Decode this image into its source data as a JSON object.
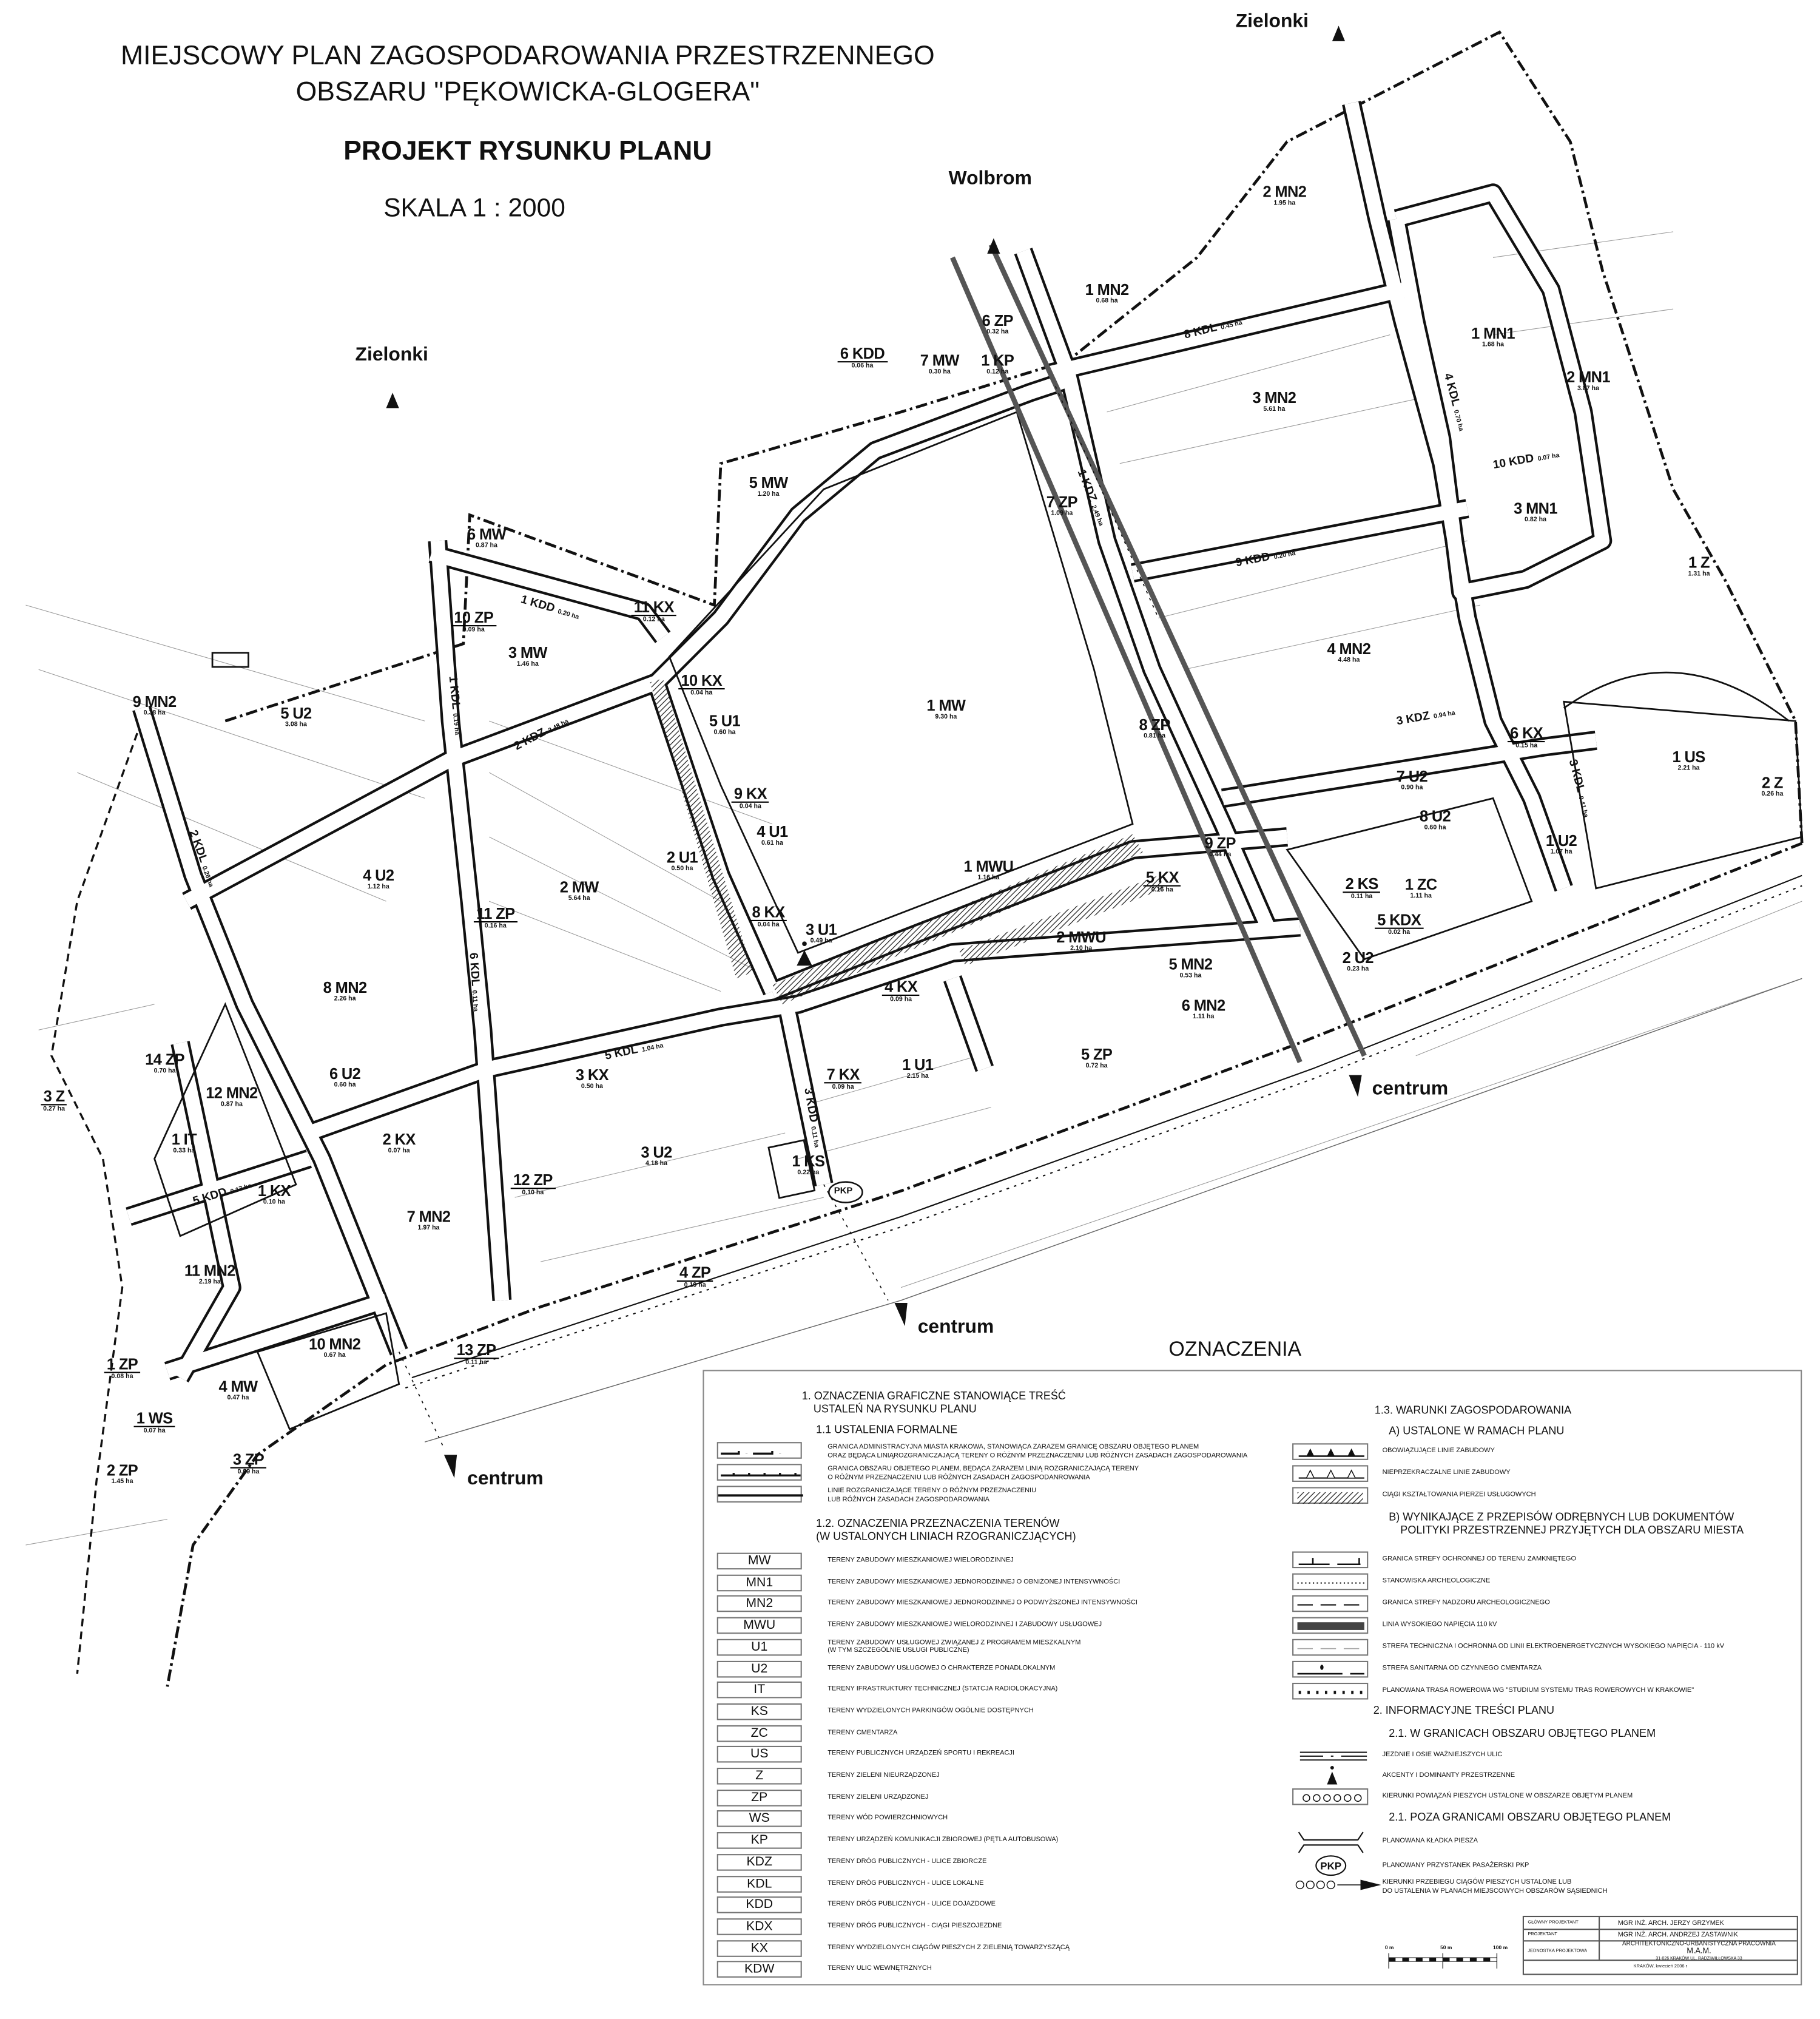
{
  "header": {
    "title_line1": "MIEJSCOWY PLAN ZAGOSPODAROWANIA PRZESTRZENNEGO",
    "title_line2": "OBSZARU \"PĘKOWICKA-GLOGERA\"",
    "subtitle": "PROJEKT RYSUNKU PLANU",
    "scale": "SKALA   1 : 2000"
  },
  "directions": {
    "zielonki_top": "Zielonki",
    "zielonki_left": "Zielonki",
    "wolbrom": "Wolbrom",
    "centrum_right": "centrum",
    "centrum_middle": "centrum",
    "centrum_left": "centrum",
    "pkp": "PKP"
  },
  "zones": [
    {
      "code": "1 MN2",
      "area": "0.68 ha"
    },
    {
      "code": "2 MN2",
      "area": "1.95 ha"
    },
    {
      "code": "6 ZP",
      "area": "0.32 ha"
    },
    {
      "code": "7 MW",
      "area": "0.30 ha"
    },
    {
      "code": "1 KP",
      "area": "0.12 ha"
    },
    {
      "code": "6 KDD",
      "area": "0.06 ha"
    },
    {
      "code": "1 MN1",
      "area": "1.68 ha"
    },
    {
      "code": "2 MN1",
      "area": "3.87 ha"
    },
    {
      "code": "3 MN2",
      "area": "5.61 ha"
    },
    {
      "code": "5 MW",
      "area": "1.20 ha"
    },
    {
      "code": "3 MN1",
      "area": "0.82 ha"
    },
    {
      "code": "7 ZP",
      "area": "1.09 ha"
    },
    {
      "code": "1 Z",
      "area": "1.31 ha"
    },
    {
      "code": "6 MW",
      "area": "0.87 ha"
    },
    {
      "code": "11 KX",
      "area": "0.12 ha"
    },
    {
      "code": "10 ZP",
      "area": "0.09 ha"
    },
    {
      "code": "3 MW",
      "area": "1.46 ha"
    },
    {
      "code": "10 KX",
      "area": "0.04 ha"
    },
    {
      "code": "1 MW",
      "area": "9.30 ha"
    },
    {
      "code": "4 MN2",
      "area": "4.48 ha"
    },
    {
      "code": "9 MN2",
      "area": "0.38 ha"
    },
    {
      "code": "5 U2",
      "area": "3.08 ha"
    },
    {
      "code": "5 U1",
      "area": "0.60 ha"
    },
    {
      "code": "8 ZP",
      "area": "0.81 ha"
    },
    {
      "code": "6 KX",
      "area": "0.15 ha"
    },
    {
      "code": "1 US",
      "area": "2.21 ha"
    },
    {
      "code": "9 KX",
      "area": "0.04 ha"
    },
    {
      "code": "7 U2",
      "area": "0.90 ha"
    },
    {
      "code": "2 Z",
      "area": "0.26 ha"
    },
    {
      "code": "4 U1",
      "area": "0.61 ha"
    },
    {
      "code": "8 U2",
      "area": "0.60 ha"
    },
    {
      "code": "2 U1",
      "area": "0.50 ha"
    },
    {
      "code": "1 U2",
      "area": "1.07 ha"
    },
    {
      "code": "9 ZP",
      "area": "0.44 ha"
    },
    {
      "code": "4 U2",
      "area": "1.12 ha"
    },
    {
      "code": "2 MW",
      "area": "5.64 ha"
    },
    {
      "code": "1 MWU",
      "area": "1.16 ha"
    },
    {
      "code": "5 KX",
      "area": "0.16 ha"
    },
    {
      "code": "2 KS",
      "area": "0.11 ha"
    },
    {
      "code": "1 ZC",
      "area": "1.11 ha"
    },
    {
      "code": "5 KDX",
      "area": "0.02 ha"
    },
    {
      "code": "11 ZP",
      "area": "0.16 ha"
    },
    {
      "code": "8 KX",
      "area": "0.04 ha"
    },
    {
      "code": "3 U1",
      "area": "0.49 ha"
    },
    {
      "code": "2 MWU",
      "area": "2.10 ha"
    },
    {
      "code": "5 MN2",
      "area": "0.53 ha"
    },
    {
      "code": "2 U2",
      "area": "0.23 ha"
    },
    {
      "code": "6 MN2",
      "area": "1.11 ha"
    },
    {
      "code": "4 KX",
      "area": "0.09 ha"
    },
    {
      "code": "8 MN2",
      "area": "2.26 ha"
    },
    {
      "code": "14 ZP",
      "area": "0.70 ha"
    },
    {
      "code": "6 U2",
      "area": "0.60 ha"
    },
    {
      "code": "3 KX",
      "area": "0.50 ha"
    },
    {
      "code": "7 KX",
      "area": "0.09 ha"
    },
    {
      "code": "1 U1",
      "area": "2.15 ha"
    },
    {
      "code": "5 ZP",
      "area": "0.72 ha"
    },
    {
      "code": "12 MN2",
      "area": "0.87 ha"
    },
    {
      "code": "3 Z",
      "area": "0.27 ha"
    },
    {
      "code": "1 IT",
      "area": "0.33 ha"
    },
    {
      "code": "2 KX",
      "area": "0.07 ha"
    },
    {
      "code": "3 U2",
      "area": "4.18 ha"
    },
    {
      "code": "1 KS",
      "area": "0.22 ha"
    },
    {
      "code": "1 KX",
      "area": "0.10 ha"
    },
    {
      "code": "12 ZP",
      "area": "0.10 ha"
    },
    {
      "code": "7 MN2",
      "area": "1.97 ha"
    },
    {
      "code": "11 MN2",
      "area": "2.19 ha"
    },
    {
      "code": "4 ZP",
      "area": "0.19 ha"
    },
    {
      "code": "10 MN2",
      "area": "0.67 ha"
    },
    {
      "code": "13 ZP",
      "area": "0.11 ha"
    },
    {
      "code": "1 ZP",
      "area": "0.08 ha"
    },
    {
      "code": "4 MW",
      "area": "0.47 ha"
    },
    {
      "code": "1 WS",
      "area": "0.07 ha"
    },
    {
      "code": "3 ZP",
      "area": "0.09 ha"
    },
    {
      "code": "2 ZP",
      "area": "1.45 ha"
    }
  ],
  "roads": [
    {
      "code": "1 KDZ",
      "area": "2.49 ha"
    },
    {
      "code": "2 KDZ",
      "area": "3.48 ha"
    },
    {
      "code": "3 KDZ",
      "area": "0.94 ha"
    },
    {
      "code": "4 KDL",
      "area": "0.70 ha"
    },
    {
      "code": "8 KDL",
      "area": "0.45 ha"
    },
    {
      "code": "5 KDL",
      "area": "1.04 ha"
    },
    {
      "code": "1 KDD",
      "area": "0.20 ha"
    },
    {
      "code": "9 KDD",
      "area": "0.20 ha"
    },
    {
      "code": "10 KDD",
      "area": "0.07 ha"
    },
    {
      "code": "2 KDL",
      "area": "0.26 ha"
    },
    {
      "code": "1 KDL",
      "area": "0.19 ha"
    },
    {
      "code": "6 KDL",
      "area": "0.11 ha"
    },
    {
      "code": "5 KDD",
      "area": "0.17 ha"
    },
    {
      "code": "3 KDD",
      "area": "0.11 ha"
    },
    {
      "code": "3 KDL",
      "area": "0.41 ha"
    }
  ],
  "legend": {
    "heading": "OZNACZENIA",
    "s1_line1": "1. OZNACZENIA GRAFICZNE STANOWIĄCE TREŚĆ",
    "s1_line2": "USTALEŃ NA RYSUNKU PLANU",
    "s11": "1.1 USTALENIA FORMALNE",
    "formal": [
      {
        "l1": "GRANICA ADMINISTRACYJNA MIASTA KRAKOWA, STANOWIĄCA ZARAZEM GRANICĘ OBSZARU OBJĘTEGO PLANEM",
        "l2": "ORAZ BĘDĄCA LINIĄROZGRANICZAJĄCĄ TERENY O RÓŻNYM PRZEZNACZENIU LUB RÓŻNYCH ZASADACH ZAGOSPODAROWANIA"
      },
      {
        "l1": "GRANICA OBSZARU OBJETEGO PLANEM, BĘDĄCA ZARAZEM LINIĄ ROZGRANICZAJĄCĄ TERENY",
        "l2": "O RÓŻNYM PRZEZNACZENIU LUB RÓŻNYCH ZASADACH ZAGOSPODANROWANIA"
      },
      {
        "l1": "LINIE ROZGRANICZAJĄCE TERENY O RÓŻNYM PRZEZNACZENIU",
        "l2": "LUB RÓŻNYCH ZASADACH ZAGOSPODAROWANIA"
      }
    ],
    "s12_line1": "1.2. OZNACZENIA PRZEZNACZENIA TERENÓW",
    "s12_line2": "(W USTALONYCH LINIACH RZOGRANICZJĄCYCH)",
    "land_use": [
      {
        "code": "MW",
        "desc": "TERENY ZABUDOWY MIESZKANIOWEJ WIELORODZINNEJ"
      },
      {
        "code": "MN1",
        "desc": "TERENY ZABUDOWY MIESZKANIOWEJ JEDNORODZINNEJ O OBNIŻONEJ INTENSYWNOŚCI"
      },
      {
        "code": "MN2",
        "desc": "TERENY ZABUDOWY MIESZKANIOWEJ JEDNORODZINNEJ O PODWYŻSZONEJ INTENSYWNOŚCI"
      },
      {
        "code": "MWU",
        "desc": "TERENY ZABUDOWY MIESZKANIOWEJ WIELORODZINNEJ I ZABUDOWY USŁUGOWEJ"
      },
      {
        "code": "U1",
        "desc": "TERENY ZABUDOWY USŁUGOWEJ ZWIĄZANEJ Z PROGRAMEM MIESZKALNYM",
        "desc2": "(W TYM SZCZEGÓLNIE USŁUGI PUBLICZNE)"
      },
      {
        "code": "U2",
        "desc": "TERENY ZABUDOWY USŁUGOWEJ O CHRAKTERZE PONADLOKALNYM"
      },
      {
        "code": "IT",
        "desc": "TERENY IFRASTRUKTURY TECHNICZNEJ (STATCJA RADIOLOKACYJNA)"
      },
      {
        "code": "KS",
        "desc": "TERENY WYDZIELONYCH PARKINGÓW OGÓLNIE DOSTĘPNYCH"
      },
      {
        "code": "ZC",
        "desc": "TERENY CMENTARZA"
      },
      {
        "code": "US",
        "desc": "TERENY PUBLICZNYCH URZĄDZEŃ SPORTU I REKREACJI"
      },
      {
        "code": "Z",
        "desc": "TERENY ZIELENI NIEURZĄDZONEJ"
      },
      {
        "code": "ZP",
        "desc": "TERENY ZIELENI URZĄDZONEJ"
      },
      {
        "code": "WS",
        "desc": "TERENY WÓD POWIERZCHNIOWYCH"
      },
      {
        "code": "KP",
        "desc": "TERENY URZĄDZEŃ KOMUNIKACJI ZBIOROWEJ (PĘTLA AUTOBUSOWA)"
      },
      {
        "code": "KDZ",
        "desc": "TERENY DRÓG PUBLICZNYCH - ULICE ZBIORCZE"
      },
      {
        "code": "KDL",
        "desc": "TERENY DRÓG PUBLICZNYCH - ULICE LOKALNE"
      },
      {
        "code": "KDD",
        "desc": "TERENY DRÓG PUBLICZNYCH - ULICE DOJAZDOWE"
      },
      {
        "code": "KDX",
        "desc": "TERENY DRÓG PUBLICZNYCH - CIĄGI PIESZOJEZDNE"
      },
      {
        "code": "KX",
        "desc": "TERENY WYDZIELONYCH CIĄGÓW PIESZYCH Z ZIELENIĄ TOWARZYSZĄCĄ"
      },
      {
        "code": "KDW",
        "desc": "TERENY ULIC WEWNĘTRZNYCH"
      }
    ],
    "s13": "1.3. WARUNKI ZAGOSPODAROWANIA",
    "a_heading": "A) USTALONE W RAMACH PLANU",
    "a_items": [
      "OBOWIĄZUJĄCE LINIE ZABUDOWY",
      "NIEPRZEKRACZALNE LINIE ZABUDOWY",
      "CIĄGI KSZTAŁTOWANIA PIERZEI USŁUGOWYCH"
    ],
    "b_line1": "B) WYNIKAJĄCE Z PRZEPISÓW ODRĘBNYCH LUB DOKUMENTÓW",
    "b_line2": "POLITYKI PRZESTRZENNEJ PRZYJĘTYCH DLA OBSZARU MIESTA",
    "b_items": [
      "GRANICA STREFY OCHRONNEJ OD TERENU ZAMKNIĘTEGO",
      "STANOWISKA ARCHEOLOGICZNE",
      "GRANICA STREFY NADZORU ARCHEOLOGICZNEGO",
      "LINIA WYSOKIEGO NAPIĘCIA 110 kV",
      "STREFA TECHNICZNA I OCHRONNA OD LINII ELEKTROENERGETYCZNYCH WYSOKIEGO NAPIĘCIA - 110 kV",
      "STREFA SANITARNA OD CZYNNEGO CMENTARZA",
      "PLANOWANA TRASA ROWEROWA WG \"STUDIUM SYSTEMU TRAS ROWEROWYCH W KRAKOWIE\""
    ],
    "s2": "2. INFORMACYJNE TREŚCI PLANU",
    "s21_in": "2.1. W GRANICACH OBSZARU OBJĘTEGO PLANEM",
    "in_items": [
      "JEZDNIE I OSIE WAŻNIEJSZYCH ULIC",
      "AKCENTY I DOMINANTY PRZESTRZENNE",
      "KIERUNKI POWIĄZAŃ PIESZYCH USTALONE W OBSZARZE OBJĘTYM PLANEM"
    ],
    "s21_out": "2.1. POZA GRANICAMI OBSZARU OBJĘTEGO PLANEM",
    "out_items": [
      "PLANOWANA KŁADKA PIESZA",
      "PLANOWANY PRZYSTANEK PASAŻERSKI PKP"
    ],
    "out_last_l1": "KIERUNKI PRZEBIEGU CIĄGÓW PIESZYCH USTALONE LUB",
    "out_last_l2": "DO USTALENIA W PLANACH MIEJSCOWYCH OBSZARÓW SĄSIEDNICH",
    "pkp_symbol": "PKP"
  },
  "scale_bar": {
    "t0": "0 m",
    "t50": "50 m",
    "t100": "100 m"
  },
  "title_block": {
    "chief_label": "GŁÓWNY PROJEKTANT",
    "chief": "MGR INŻ. ARCH. JERZY GRZYMEK",
    "designer_label": "PROJEKTANT",
    "designer": "MGR INŻ. ARCH. ANDRZEJ ZASTAWNIK",
    "unit_label": "JEDNOSTKA PROJEKTOWA",
    "unit_line1": "ARCHITEKTONICZNO-URBANISTYCZNA PRACOWNIA",
    "unit_line2": "M.A.M.",
    "unit_line3": "31-026  KRAKÓW    UL. RADZIWIŁŁOWSKA 33",
    "date": "KRAKÓW,  kwiecień 2006 r"
  },
  "colors": {
    "ink": "#111111",
    "power_line": "#555555",
    "hatch": "#222222"
  }
}
